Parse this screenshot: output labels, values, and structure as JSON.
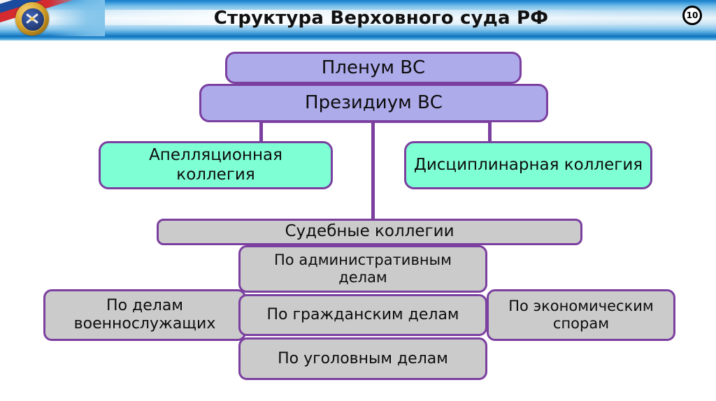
{
  "header": {
    "title": "Структура Верховного суда РФ",
    "page_number": "10",
    "emblem_icon": "russian-court-emblem-icon",
    "flag_icon": "russian-tricolor-flag-icon",
    "colors": {
      "banner_blue": "#2f94d8",
      "banner_light": "#e9f4fb",
      "badge_ring": "#000000"
    }
  },
  "diagram": {
    "type": "organization-chart",
    "colors": {
      "border": "#7b3fa0",
      "purple_fill": "#aeabeb",
      "aqua_fill": "#7effd4",
      "grey_fill": "#cbcbcb"
    },
    "nodes": {
      "plenum": "Пленум ВС",
      "presidium": "Президиум ВС",
      "appeal_collegium": "Апелляционная коллегия",
      "disciplinary_collegium": "Дисциплинарная коллегия",
      "judicial_collegiums": "Судебные коллегии",
      "administrative_cases": "По административным делам",
      "military_cases": "По делам военнослужащих",
      "civil_cases": "По гражданским делам",
      "economic_disputes": "По экономическим спорам",
      "criminal_cases": "По уголовным делам"
    }
  }
}
